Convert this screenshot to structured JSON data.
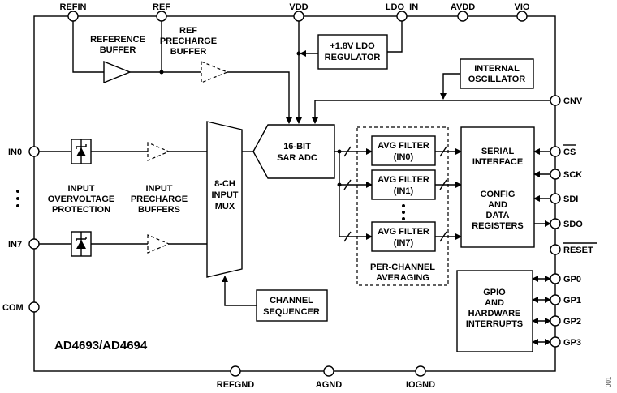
{
  "part_number": "AD4693/AD4694",
  "figure_number": "001",
  "pins": {
    "refin": "REFIN",
    "ref": "REF",
    "vdd": "VDD",
    "ldo_in": "LDO_IN",
    "avdd": "AVDD",
    "vio": "VIO",
    "in0": "IN0",
    "in7": "IN7",
    "com": "COM",
    "cnv": "CNV",
    "cs": "CS",
    "sck": "SCK",
    "sdi": "SDI",
    "sdo": "SDO",
    "reset": "RESET",
    "gp0": "GP0",
    "gp1": "GP1",
    "gp2": "GP2",
    "gp3": "GP3",
    "refgnd": "REFGND",
    "agnd": "AGND",
    "iognd": "IOGND"
  },
  "blocks": {
    "reference_buffer": [
      "REFERENCE",
      "BUFFER"
    ],
    "ref_precharge_buffer": [
      "REF",
      "PRECHARGE",
      "BUFFER"
    ],
    "ldo": [
      "+1.8V LDO",
      "REGULATOR"
    ],
    "oscillator": [
      "INTERNAL",
      "OSCILLATOR"
    ],
    "adc": [
      "16-BIT",
      "SAR ADC"
    ],
    "mux": [
      "8-CH",
      "INPUT",
      "MUX"
    ],
    "ovp": [
      "INPUT",
      "OVERVOLTAGE",
      "PROTECTION"
    ],
    "input_precharge": [
      "INPUT",
      "PRECHARGE",
      "BUFFERS"
    ],
    "sequencer": [
      "CHANNEL",
      "SEQUENCER"
    ],
    "avg_filter_0": [
      "AVG FILTER",
      "(IN0)"
    ],
    "avg_filter_1": [
      "AVG FILTER",
      "(IN1)"
    ],
    "avg_filter_7": [
      "AVG FILTER",
      "(IN7)"
    ],
    "per_channel": [
      "PER-CHANNEL",
      "AVERAGING"
    ],
    "serial_interface": [
      "SERIAL",
      "INTERFACE"
    ],
    "config_registers": [
      "CONFIG",
      "AND",
      "DATA",
      "REGISTERS"
    ],
    "gpio": [
      "GPIO",
      "AND",
      "HARDWARE",
      "INTERRUPTS"
    ]
  }
}
